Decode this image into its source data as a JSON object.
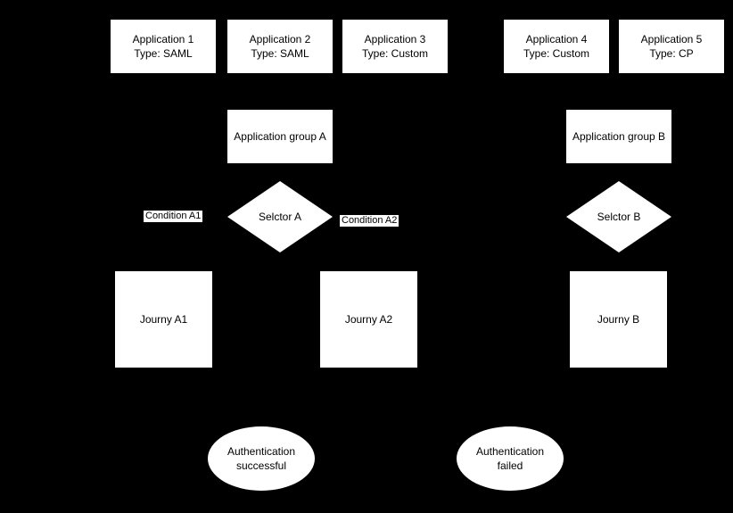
{
  "canvas": {
    "background_color": "#000000",
    "shape_fill_color": "#ffffff",
    "text_color": "#000000"
  },
  "applications": [
    {
      "name": "Application 1",
      "type": "Type: SAML"
    },
    {
      "name": "Application 2",
      "type": "Type: SAML"
    },
    {
      "name": "Application 3",
      "type": "Type: Custom"
    },
    {
      "name": "Application 4",
      "type": "Type: Custom"
    },
    {
      "name": "Application 5",
      "type": "Type: CP"
    }
  ],
  "groups": [
    {
      "label": "Application group A"
    },
    {
      "label": "Application group B"
    }
  ],
  "selectors": [
    {
      "label": "Selctor A"
    },
    {
      "label": "Selctor B"
    }
  ],
  "conditions": [
    {
      "label": "Condition A1"
    },
    {
      "label": "Condition A2"
    }
  ],
  "journeys": [
    {
      "label": "Journy A1"
    },
    {
      "label": "Journy A2"
    },
    {
      "label": "Journy B"
    }
  ],
  "outcomes": [
    {
      "line1": "Authentication",
      "line2": "successful"
    },
    {
      "line1": "Authentication",
      "line2": "failed"
    }
  ]
}
